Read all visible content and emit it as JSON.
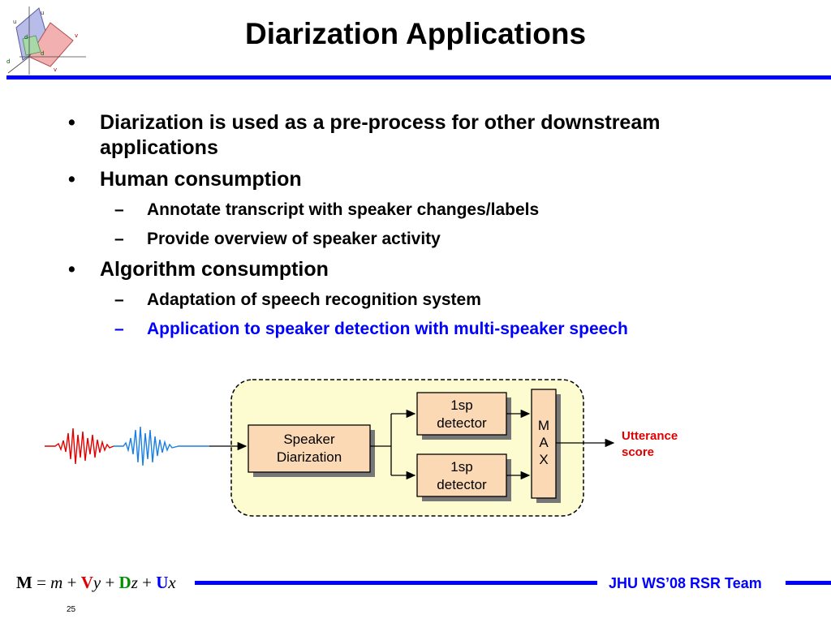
{
  "title": "Diarization Applications",
  "bullets": {
    "b1": {
      "marker": "•",
      "text": "Diarization is used as a pre-process for other downstream applications"
    },
    "b2": {
      "marker": "•",
      "text": "Human consumption",
      "subs": [
        {
          "marker": "–",
          "text": "Annotate transcript with speaker changes/labels"
        },
        {
          "marker": "–",
          "text": "Provide overview of speaker activity"
        }
      ]
    },
    "b3": {
      "marker": "•",
      "text": "Algorithm consumption",
      "subs": [
        {
          "marker": "–",
          "text": "Adaptation of speech recognition system"
        },
        {
          "marker": "–",
          "text": "Application to speaker detection with multi-speaker speech"
        }
      ]
    }
  },
  "diagram": {
    "diarization_box": {
      "line1": "Speaker",
      "line2": "Diarization"
    },
    "detector_top": {
      "line1": "1sp",
      "line2": "detector"
    },
    "detector_bottom": {
      "line1": "1sp",
      "line2": "detector"
    },
    "max_box": {
      "l1": "M",
      "l2": "A",
      "l3": "X"
    },
    "output": {
      "line1": "Utterance",
      "line2": "score"
    },
    "colors": {
      "wave_red": "#e00000",
      "wave_blue": "#1a7fe0",
      "box_fill": "#fbd9b5",
      "region_fill": "#fcfcd0",
      "output_text": "#e00000"
    }
  },
  "footer": {
    "formula": {
      "M": "M",
      "eq": " = ",
      "m": "m",
      "plus1": " + ",
      "V": "V",
      "y": "y",
      "plus2": " + ",
      "D": "D",
      "z": "z",
      "plus3": " + ",
      "U": "U",
      "x": "x"
    },
    "team": "JHU WS’08 RSR Team",
    "page": "25"
  },
  "logo": {
    "u1": "u",
    "u2": "u",
    "v2": "v",
    "v1": "v",
    "d11": "d",
    "d22": "d",
    "d33": "d",
    "colors": {
      "blue_plane": "#b8bce8",
      "red_plane": "#f3b0b0",
      "green_plane": "#a8d8a8"
    }
  },
  "colors": {
    "accent": "#0000ff"
  }
}
